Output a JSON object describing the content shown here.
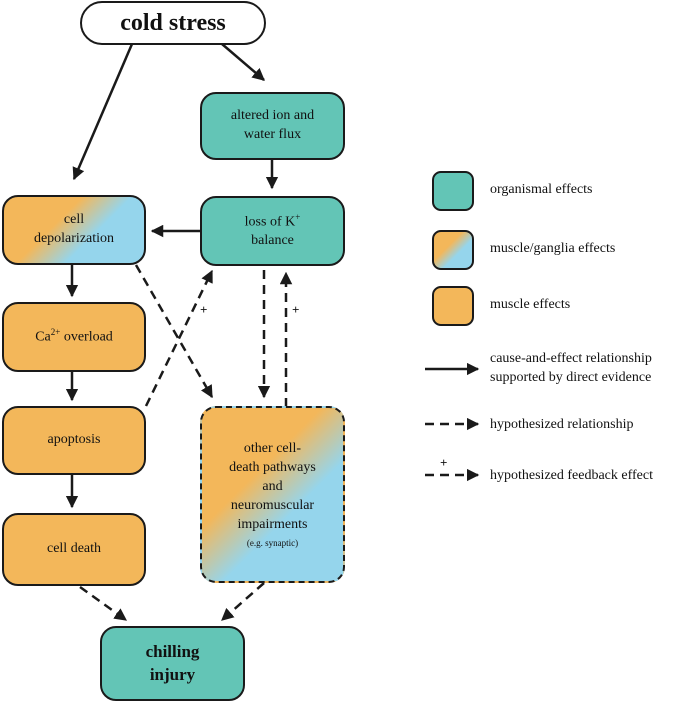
{
  "nodes": {
    "cold_stress": "cold stress",
    "altered_ion_1": "altered ion and",
    "altered_ion_2": "water flux",
    "loss_k_1": "loss of K",
    "loss_k_sup": "+",
    "loss_k_2": "balance",
    "cell_depol_1": "cell",
    "cell_depol_2": "depolarization",
    "ca_overload_pre": "Ca",
    "ca_overload_sup": "2+",
    "ca_overload_post": " overload",
    "apoptosis": "apoptosis",
    "cell_death": "cell death",
    "other_1": "other cell-",
    "other_2": "death pathways",
    "other_3": "and",
    "other_4": "neuromuscular",
    "other_5": "impairments",
    "other_6": "(e.g. synaptic)",
    "chilling_1": "chilling",
    "chilling_2": "injury"
  },
  "feedback_plus": "+",
  "legend": {
    "organismal": "organismal effects",
    "muscle_ganglia": "muscle/ganglia effects",
    "muscle": "muscle effects",
    "direct_1": "cause-and-effect relationship",
    "direct_2": "supported by direct evidence",
    "hypothesized": "hypothesized relationship",
    "feedback_plus": "+",
    "feedback": "hypothesized feedback effect"
  },
  "colors": {
    "organismal": "#63c5b6",
    "muscle": "#f3b75a",
    "ganglia": "#95d5ec",
    "stroke": "#1a1a1a"
  }
}
